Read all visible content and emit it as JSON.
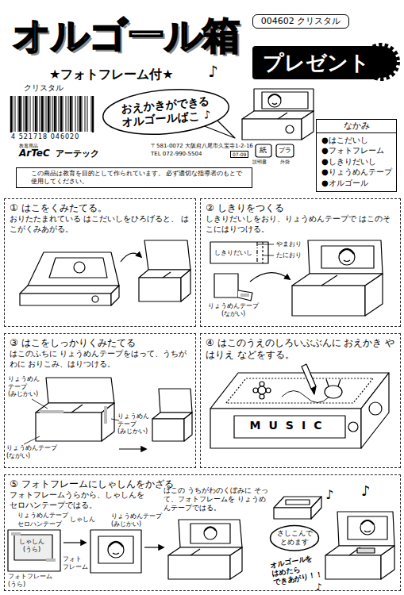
{
  "diagram": {
    "title": "オルゴール箱",
    "nodes": [
      {
        "text": [
          "004602 クリスタル"
        ]
      },
      {
        "text": [
          "プレゼント"
        ]
      },
      {
        "text": [
          "おえかきができる オルゴールばこ ♪"
        ]
      },
      {
        "text": [
          "なかみ",
          "●はこだいし",
          "●フォトフレーム",
          "●しきりだいし",
          "●りょうめんテープ",
          "●オルゴール"
        ]
      },
      {
        "text": [
          "この商品は教育を目的として作られています。 必ず適切な指導者のもとで使用してください。"
        ]
      },
      {
        "text": [
          "① はこをくみたてる。",
          "おりたたまれている はこだいしをひろげると、 はこがくみあがる。"
        ]
      },
      {
        "text": [
          "② しきりをつくる",
          "しきりだいしをおり、りょうめんテープで はこのそこにはりつける。"
        ]
      },
      {
        "text": [
          "③ はこをしっかりくみたてる",
          "はこのふちに りょうめんテープをはって、うちがわに おりこみ、はりつける。"
        ]
      },
      {
        "text": [
          "④ はこのうえのしろいぶぶんに おえかき や はりえ などをする。"
        ]
      },
      {
        "text": [
          "⑤ フォトフレームにしゃしんをかざる",
          "フォトフレームうらから、しゃしんを セロハンテープではる。"
        ]
      },
      {
        "text": [
          "さしこんで とめます"
        ],
        "in": 9
      }
    ],
    "labels": [
      "★フォトフレーム付★",
      "♪",
      "クリスタル",
      "4 521718 046020",
      "教育用品",
      "ArTeC",
      "アーテック",
      "〒581-0072 大阪府八尾市久宝寺1-2-16",
      "TEL 072-990-5504",
      "07-09",
      "紙",
      "説明書",
      "プラ",
      "外袋",
      "しきりだいし",
      "やまおり",
      "たにおり",
      "りょうめんテープ (ながい)",
      "りょうめん テープ (みじかい)",
      "りょうめんテープ (ながい)",
      "りょうめん テープ (みじかい)",
      "MUSIC",
      "りょうめんテープ",
      "セロハンテープ",
      "しゃしん (うら)",
      "フォトフレーム (うら)",
      "りょうめんテープ (みじかい)",
      "しゃしん",
      "フォト フレーム",
      "はこの うちがわのくぼみに そって、フォトフレームを りょうめんテープではる。",
      "オルゴールを はめたら できあがり！！",
      "♪",
      "♪",
      "♪"
    ]
  }
}
